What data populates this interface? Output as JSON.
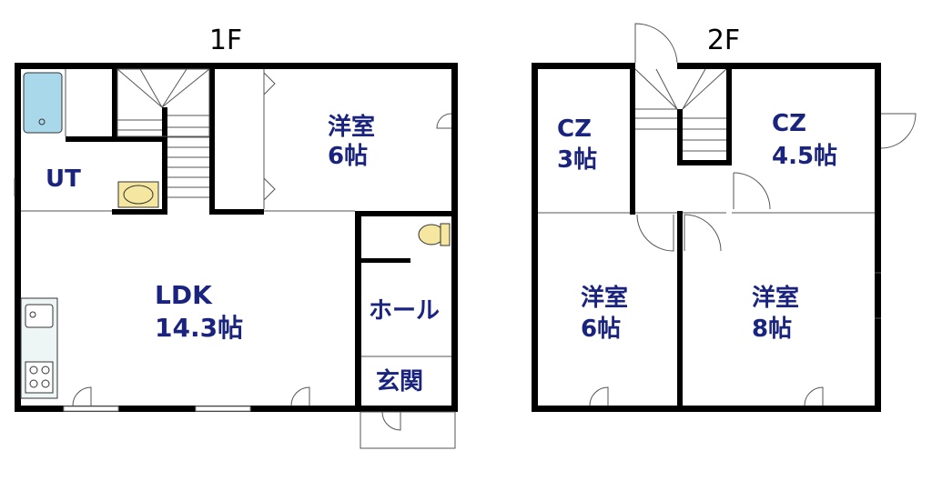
{
  "floors": [
    {
      "label": "1F"
    },
    {
      "label": "2F"
    }
  ],
  "rooms_1f": {
    "yoshitsu": {
      "name": "洋室",
      "size": "6帖"
    },
    "ut": {
      "name": "UT"
    },
    "ldk": {
      "name": "LDK",
      "size": "14.3帖"
    },
    "hall": {
      "name": "ホール"
    },
    "genkan": {
      "name": "玄関"
    }
  },
  "rooms_2f": {
    "cz_left": {
      "name": "CZ",
      "size": "3帖"
    },
    "cz_right": {
      "name": "CZ",
      "size": "4.5帖"
    },
    "yoshitsu_left": {
      "name": "洋室",
      "size": "6帖"
    },
    "yoshitsu_right": {
      "name": "洋室",
      "size": "8帖"
    }
  },
  "colors": {
    "label_color": "#1a237e",
    "wall_color": "#000000",
    "bath_color": "#a8d8ea",
    "fixture_color": "#f5e6a0"
  }
}
